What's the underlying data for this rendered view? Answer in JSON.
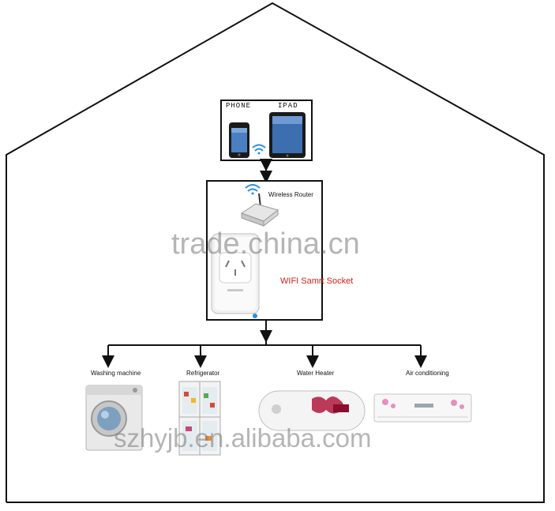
{
  "devices": {
    "phone_label": "PHONE",
    "ipad_label": "IPAD"
  },
  "router": {
    "label": "Wireless Router"
  },
  "socket": {
    "label": "WIFI Samrt Socket"
  },
  "appliances": [
    {
      "label": "Washing machine"
    },
    {
      "label": "Refrigerator"
    },
    {
      "label": "Water Heater"
    },
    {
      "label": "Air conditioning"
    }
  ],
  "watermarks": {
    "center": "trade.china.cn",
    "bottom": "szhyjb.en.alibaba.com"
  },
  "colors": {
    "line": "#111111",
    "wifi": "#2a8ee0",
    "socket_text": "#d4221b",
    "heater_accent": "#b0173d",
    "ac_accent": "#e58fbf"
  }
}
